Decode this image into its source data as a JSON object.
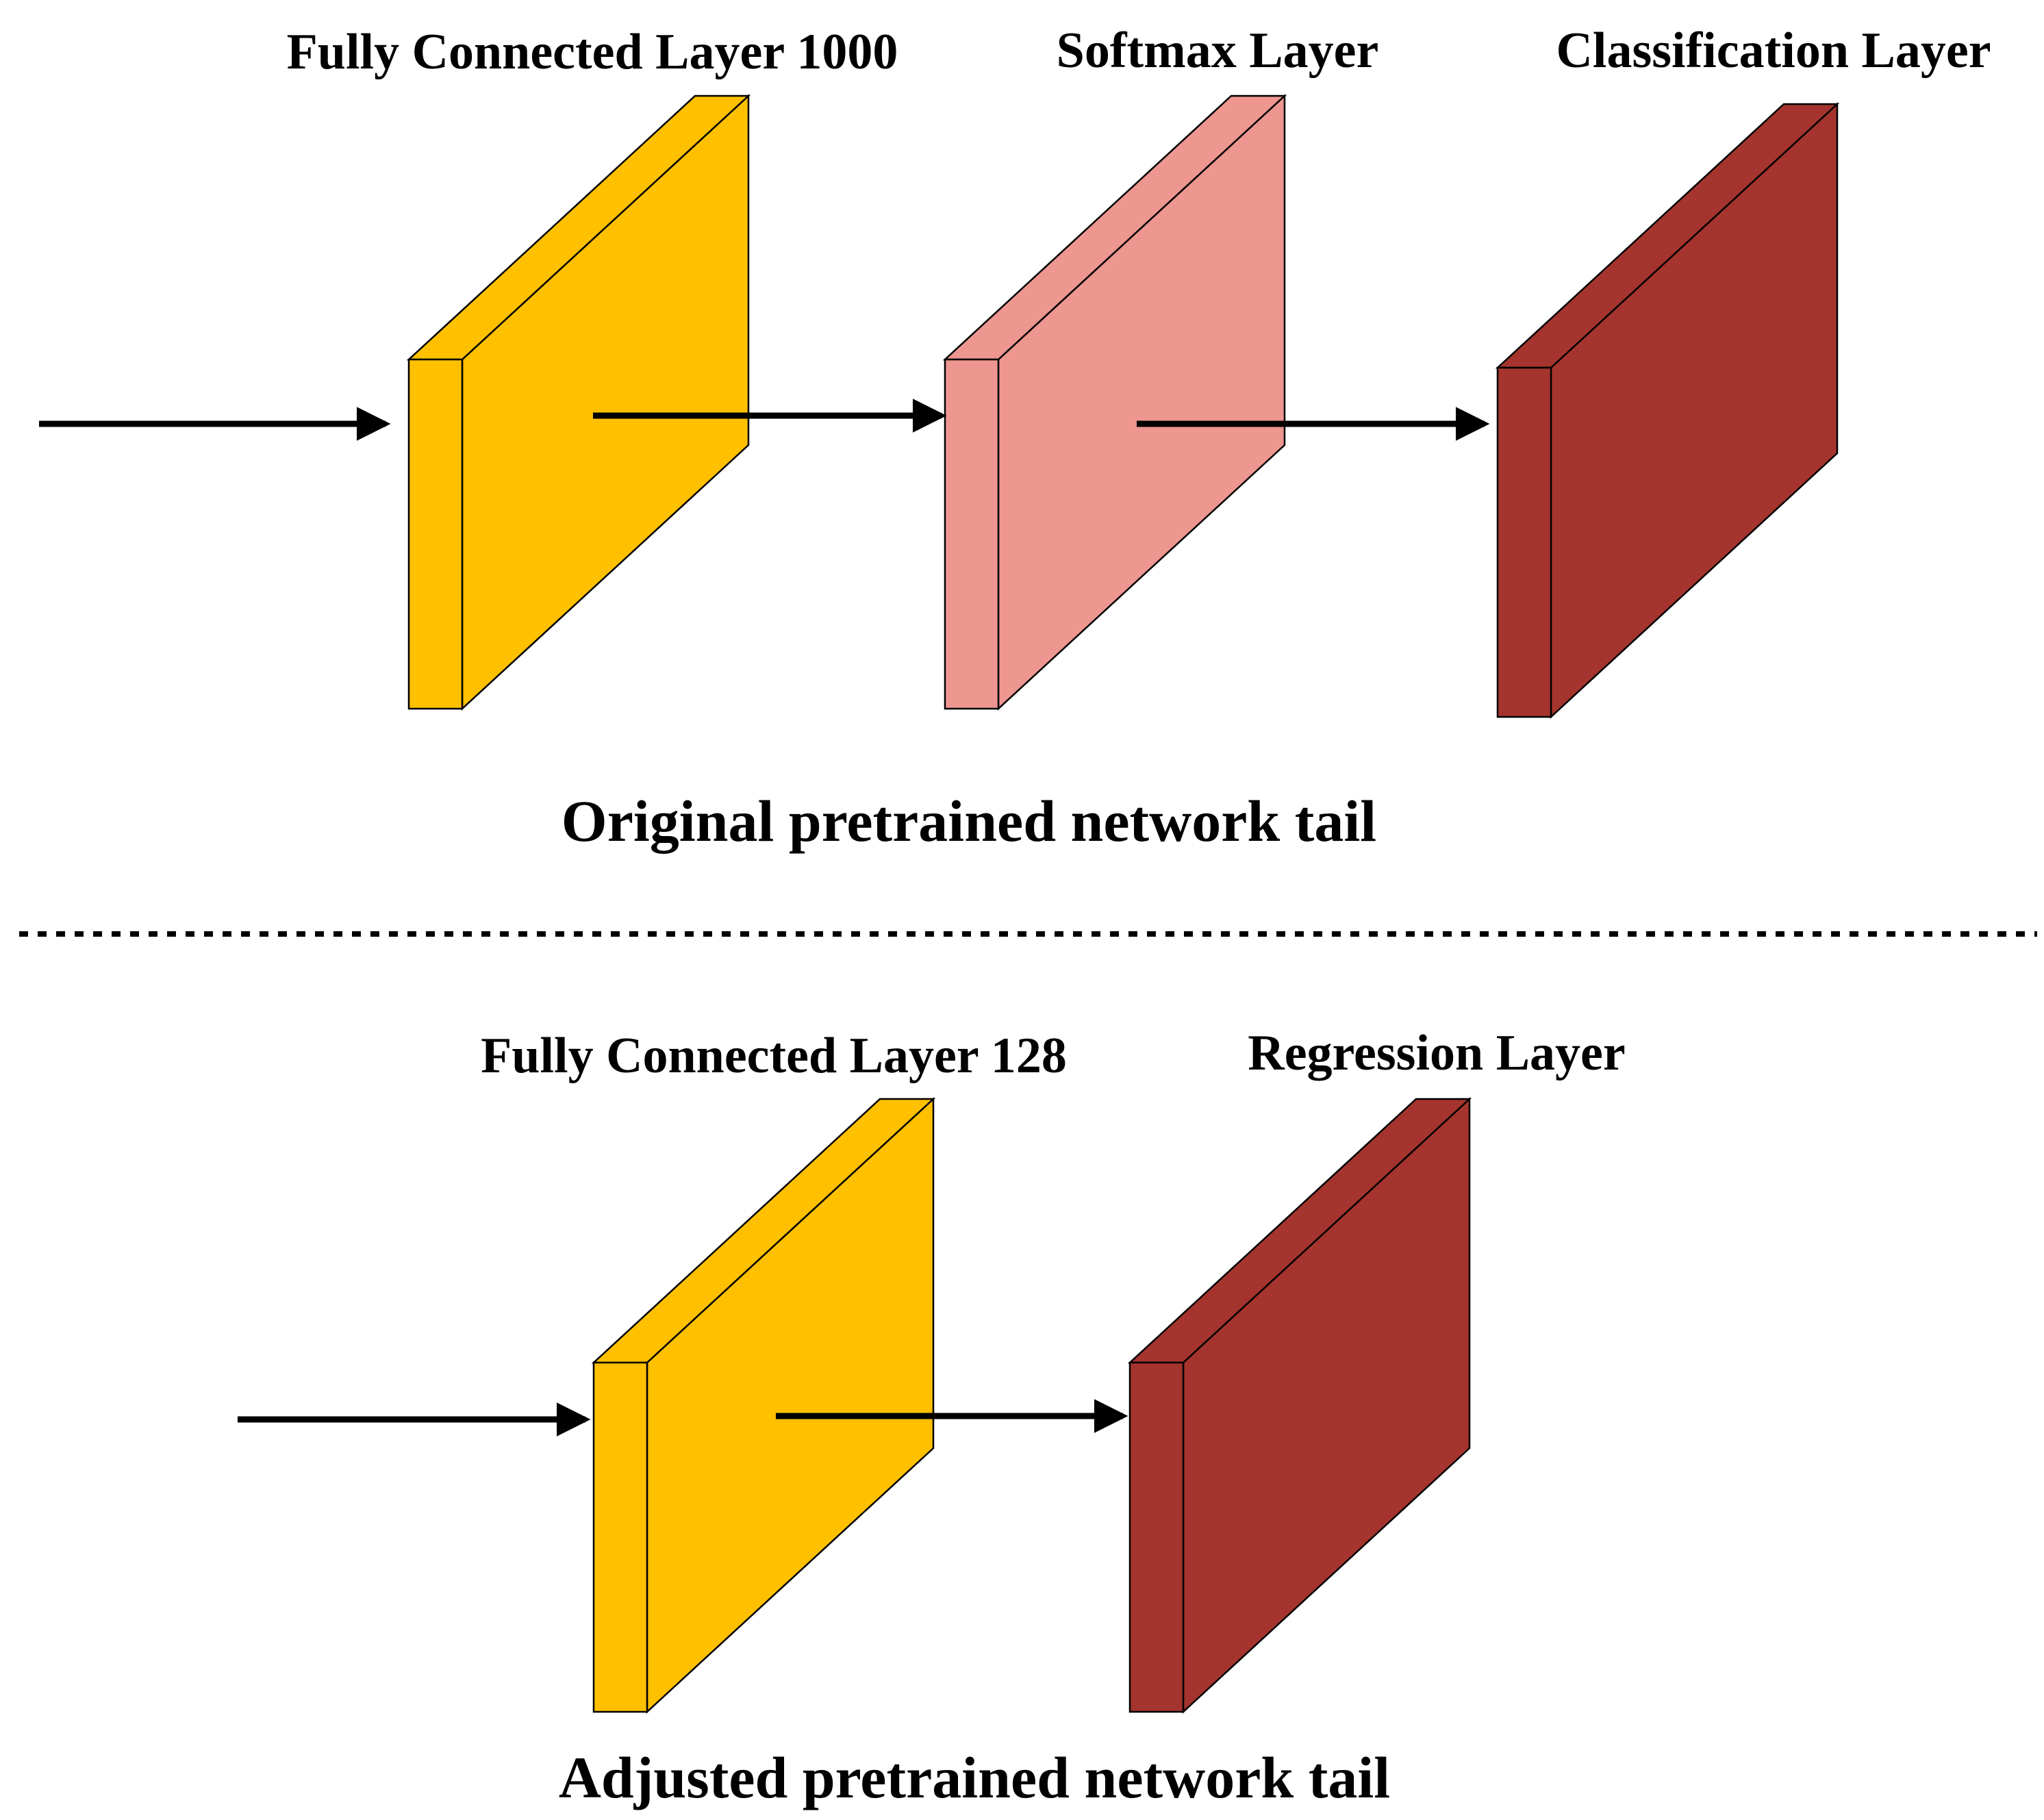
{
  "diagram": {
    "top_section": {
      "caption": "Original pretrained network tail",
      "layers": [
        {
          "label": "Fully Connected Layer  1000",
          "color": "#FFC000",
          "kind": "fully-connected"
        },
        {
          "label": "Softmax Layer",
          "color": "#EE9690",
          "kind": "softmax"
        },
        {
          "label": "Classification Layer",
          "color": "#A5342E",
          "kind": "classification"
        }
      ]
    },
    "bottom_section": {
      "caption": "Adjusted pretrained network tail",
      "layers": [
        {
          "label": "Fully Connected Layer  128",
          "color": "#FFC000",
          "kind": "fully-connected"
        },
        {
          "label": "Regression Layer",
          "color": "#A5342E",
          "kind": "regression"
        }
      ]
    },
    "separator": {
      "style": "dotted",
      "color": "#000000"
    },
    "arrow_color": "#000000"
  }
}
